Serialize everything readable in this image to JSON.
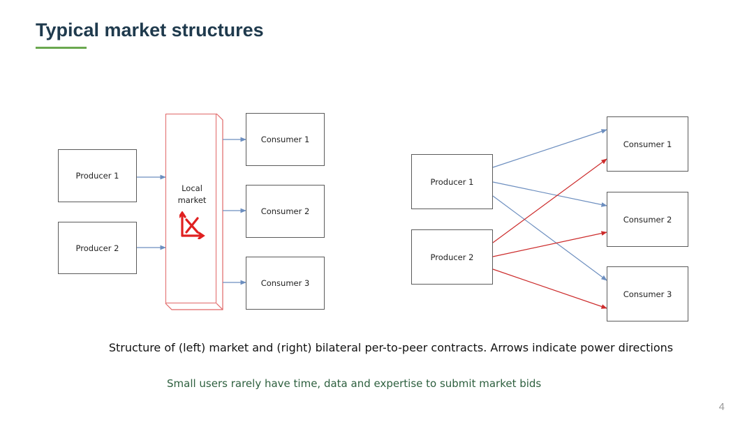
{
  "slide": {
    "title": "Typical market structures",
    "caption": "Structure of (left) market and (right) bilateral per-to-peer contracts. Arrows indicate power directions",
    "note": "Small users rarely have time, data and expertise to submit market bids",
    "page_number": "4"
  },
  "left_diagram": {
    "producers": [
      "Producer 1",
      "Producer 2"
    ],
    "market_label_line1": "Local",
    "market_label_line2": "market",
    "market_icon": "supply-demand-chart-icon",
    "consumers": [
      "Consumer 1",
      "Consumer 2",
      "Consumer 3"
    ]
  },
  "right_diagram": {
    "producers": [
      "Producer 1",
      "Producer 2"
    ],
    "consumers": [
      "Consumer 1",
      "Consumer 2",
      "Consumer 3"
    ]
  },
  "colors": {
    "title": "#1f3a4d",
    "accent_underline": "#6aa84f",
    "producer1_arrows": "#6c8ebf",
    "producer2_arrows": "#cc2b2b",
    "market_border": "#e06666",
    "note_text": "#2d5f3e"
  }
}
